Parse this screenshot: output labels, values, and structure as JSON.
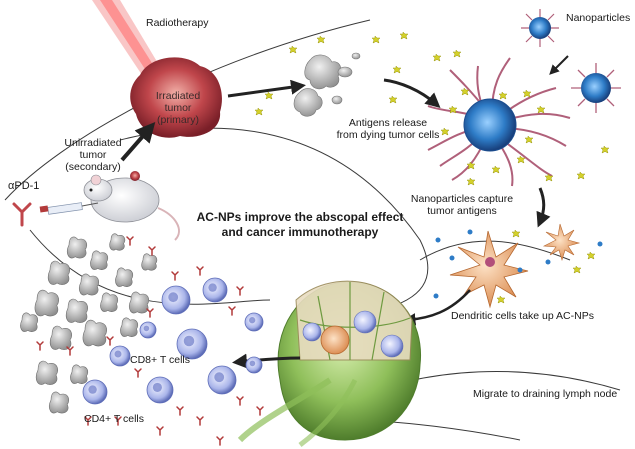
{
  "labels": {
    "radiotherapy": "Radiotherapy",
    "irradiated_tumor": [
      "Irradiated",
      "tumor",
      "(primary)"
    ],
    "unirradiated_tumor": [
      "Unirradiated",
      "tumor",
      "(secondary)"
    ],
    "apd1": "αPD-1",
    "antigens_release": [
      "Antigens release",
      "from dying tumor cells"
    ],
    "nanoparticles": "Nanoparticles",
    "np_capture": [
      "Nanoparticles capture",
      "tumor antigens"
    ],
    "main_title": [
      "AC-NPs improve the abscopal effect",
      "and cancer immunotherapy"
    ],
    "dc_uptake": "Dendritic cells take up AC-NPs",
    "cd8": "CD8+ T cells",
    "cd4": "CD4+ T cells",
    "migrate": "Migrate to draining lymph node"
  },
  "colors": {
    "tumor": "#c0464b",
    "nanoparticle_core": "#2e7cc7",
    "nanoparticle_chain": "#b0607a",
    "antigen": "#d4d12a",
    "lymph_node": "#8fbf5a",
    "dendritic_cell": "#e8a36b",
    "t_cell": "#7f8ed6"
  }
}
